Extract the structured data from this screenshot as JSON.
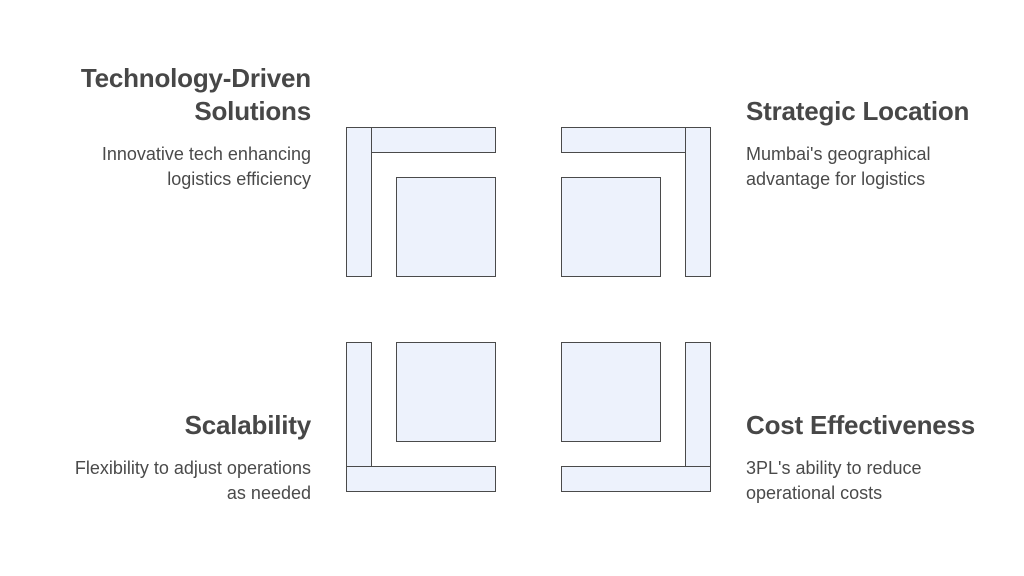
{
  "quadrants": {
    "top_left": {
      "title_line1": "Technology-Driven",
      "title_line2": "Solutions",
      "desc_line1": "Innovative tech enhancing",
      "desc_line2": "logistics efficiency"
    },
    "top_right": {
      "title": "Strategic Location",
      "desc_line1": "Mumbai's geographical",
      "desc_line2": "advantage for logistics"
    },
    "bottom_left": {
      "title": "Scalability",
      "desc_line1": "Flexibility to adjust operations",
      "desc_line2": "as needed"
    },
    "bottom_right": {
      "title": "Cost Effectiveness",
      "desc_line1": "3PL's ability to reduce",
      "desc_line2": "operational costs"
    }
  },
  "colors": {
    "shape_fill": "#edf2fc",
    "shape_stroke": "#4a4a4a",
    "text": "#474747"
  }
}
